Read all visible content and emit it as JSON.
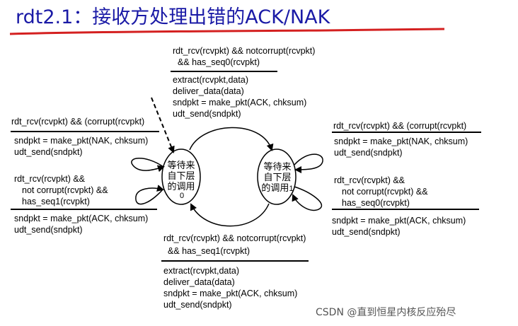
{
  "title": "rdt2.1：接收方处理出错的ACK/NAK",
  "states": [
    {
      "lines": [
        "等待来",
        "自下层",
        "的调用"
      ],
      "suffix": "0"
    },
    {
      "lines": [
        "等待来",
        "自下层",
        "的调用"
      ],
      "suffix": "1"
    }
  ],
  "top_transition": {
    "event": [
      "rdt_rcv(rcvpkt) && notcorrupt(rcvpkt)",
      "&& has_seq0(rcvpkt)"
    ],
    "actions": [
      "extract(rcvpkt,data)",
      "deliver_data(data)",
      "sndpkt = make_pkt(ACK, chksum)",
      "udt_send(sndpkt)"
    ]
  },
  "bottom_transition": {
    "event": [
      "rdt_rcv(rcvpkt) && notcorrupt(rcvpkt)",
      "&& has_seq1(rcvpkt)"
    ],
    "actions": [
      "extract(rcvpkt,data)",
      "deliver_data(data)",
      "sndpkt = make_pkt(ACK, chksum)",
      "udt_send(sndpkt)"
    ]
  },
  "left_corrupt": {
    "event": [
      "rdt_rcv(rcvpkt) && (corrupt(rcvpkt)"
    ],
    "actions": [
      "sndpkt = make_pkt(NAK, chksum)",
      "udt_send(sndpkt)"
    ]
  },
  "left_seq": {
    "event": [
      "rdt_rcv(rcvpkt) &&",
      "not corrupt(rcvpkt) &&",
      "has_seq1(rcvpkt)"
    ],
    "actions": [
      "sndpkt = make_pkt(ACK, chksum)",
      "udt_send(sndpkt)"
    ]
  },
  "right_corrupt": {
    "event": [
      "rdt_rcv(rcvpkt) && (corrupt(rcvpkt)"
    ],
    "actions": [
      "sndpkt = make_pkt(NAK, chksum)",
      "udt_send(sndpkt)"
    ]
  },
  "right_seq": {
    "event": [
      "rdt_rcv(rcvpkt) &&",
      "not corrupt(rcvpkt) &&",
      "has_seq0(rcvpkt)"
    ],
    "actions": [
      "sndpkt = make_pkt(ACK, chksum)",
      "udt_send(sndpkt)"
    ]
  },
  "watermark": "CSDN @直到恒星内核反应殆尽",
  "colors": {
    "title": "#1a1aa6",
    "underline": "#d42020"
  }
}
